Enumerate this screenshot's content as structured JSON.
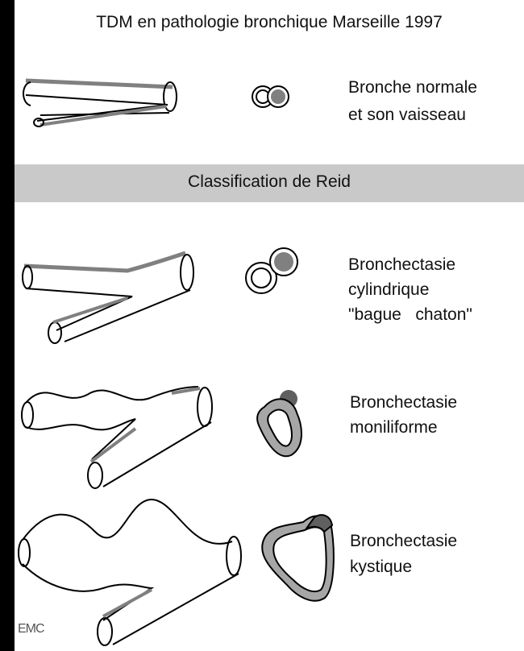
{
  "title": "TDM en pathologie bronchique Marseille 1997",
  "band_label": "Classification de Reid",
  "rows": [
    {
      "id": "normal",
      "label_lines": [
        "Bronche normale",
        "et son vaisseau"
      ]
    },
    {
      "id": "cylindrique",
      "label_lines": [
        "Bronchectasie",
        "cylindrique",
        "\"bague   chaton\""
      ]
    },
    {
      "id": "moniliforme",
      "label_lines": [
        "Bronchectasie",
        "moniliforme"
      ]
    },
    {
      "id": "kystique",
      "label_lines": [
        "Bronchectasie",
        "kystique"
      ]
    }
  ],
  "logo": "EMC",
  "colors": {
    "background": "#000000",
    "panel": "#ffffff",
    "band": "#c9c9c9",
    "vessel": "#808080",
    "wall": "#a6a6a6",
    "outline": "#000000"
  }
}
